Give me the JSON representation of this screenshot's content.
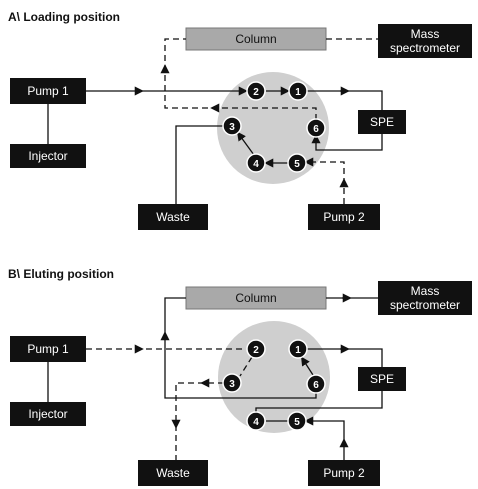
{
  "panel_a": {
    "title": "A\\ Loading position",
    "column": "Column",
    "mass_spec_line1": "Mass",
    "mass_spec_line2": "spectrometer",
    "pump1": "Pump 1",
    "injector": "Injector",
    "spe": "SPE",
    "waste": "Waste",
    "pump2": "Pump 2",
    "ports": [
      "1",
      "2",
      "3",
      "4",
      "5",
      "6"
    ]
  },
  "panel_b": {
    "title": "B\\ Eluting position",
    "column": "Column",
    "mass_spec_line1": "Mass",
    "mass_spec_line2": "spectrometer",
    "pump1": "Pump 1",
    "injector": "Injector",
    "spe": "SPE",
    "waste": "Waste",
    "pump2": "Pump 2",
    "ports": [
      "1",
      "2",
      "3",
      "4",
      "5",
      "6"
    ]
  }
}
